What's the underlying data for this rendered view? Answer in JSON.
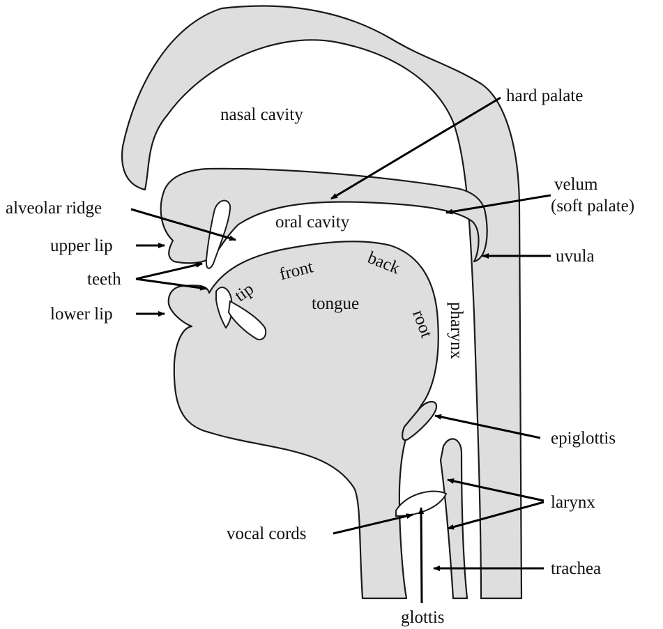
{
  "labels": {
    "nasal_cavity": "nasal cavity",
    "hard_palate": "hard palate",
    "velum": "velum",
    "soft_palate": "(soft palate)",
    "alveolar_ridge": "alveolar ridge",
    "oral_cavity": "oral cavity",
    "upper_lip": "upper lip",
    "uvula": "uvula",
    "teeth": "teeth",
    "tip": "tip",
    "front": "front",
    "back": "back",
    "tongue": "tongue",
    "root": "root",
    "pharynx": "pharynx",
    "lower_lip": "lower lip",
    "epiglottis": "epiglottis",
    "larynx": "larynx",
    "vocal_cords": "vocal cords",
    "trachea": "trachea",
    "glottis": "glottis"
  },
  "colors": {
    "tissue_fill": "#dedede",
    "outline": "#1a1a1a",
    "text": "#111111"
  }
}
